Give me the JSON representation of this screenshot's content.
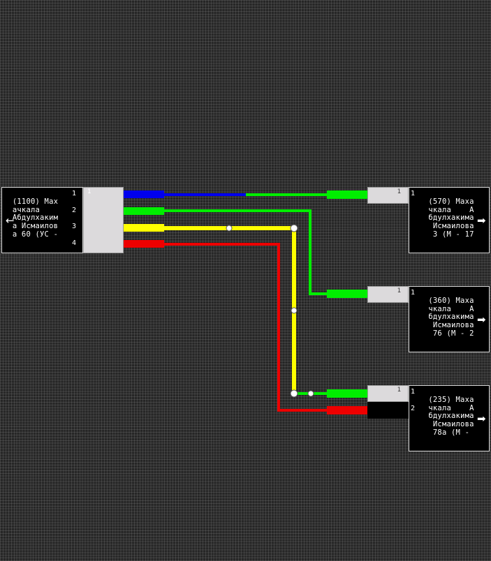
{
  "nodes": {
    "source": {
      "title": "(1100) Мах\nачкала    \nАбдулхаким\nа Исмаилов\nа 60 (УС -",
      "ports": [
        "1",
        "2",
        "3",
        "4"
      ],
      "arrow": "←"
    },
    "dest_570": {
      "title": "(570) Маха\nчкала    А\nбдулхакима\n Исмаилова\n 3 (М - 17",
      "ports": [
        "1"
      ],
      "arrow": "➡"
    },
    "dest_360": {
      "title": "(360) Маха\nчкала    А\nбдулхакима\n Исмаилова\n 76 (М - 2",
      "ports": [
        "1"
      ],
      "arrow": "➡"
    },
    "dest_235": {
      "title": "(235) Маха\nчкала    А\nбдулхакима\n Исмаилова\n 78а (М - ",
      "ports": [
        "1",
        "2"
      ],
      "arrow": "➡"
    }
  },
  "panels": {
    "source_panel": "1",
    "dest_570_panel": "1",
    "dest_360_panel": "1",
    "dest_235_panel": "1"
  },
  "colors": {
    "blue": "#0000ee",
    "green": "#00ee00",
    "yellow": "#ffff00",
    "red": "#ee0000",
    "panel": "#dcdadc",
    "node_border": "#d8d8d8"
  }
}
